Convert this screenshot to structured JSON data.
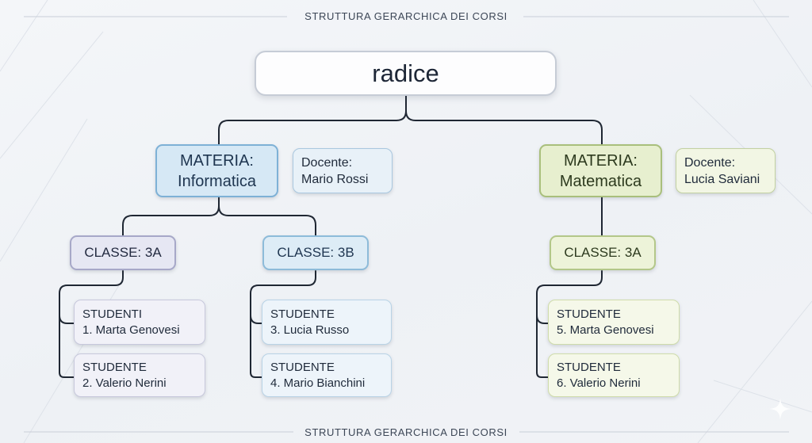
{
  "caption_top": "STRUTTURA GERARCHICA DEI CORSI",
  "caption_bottom": "STRUTTURA GERARCHICA DEI CORSI",
  "root": {
    "label": "radice"
  },
  "subjects": [
    {
      "label_line1": "MATERIA:",
      "label_line2": "Informatica",
      "teacher_line1": "Docente:",
      "teacher_line2": "Mario Rossi",
      "classes": [
        {
          "label": "CLASSE: 3A",
          "students": [
            {
              "line1": "STUDENTI",
              "line2": "1. Marta Genovesi"
            },
            {
              "line1": "STUDENTE",
              "line2": "2. Valerio Nerini"
            }
          ]
        },
        {
          "label": "CLASSE: 3B",
          "students": [
            {
              "line1": "STUDENTE",
              "line2": "3. Lucia Russo"
            },
            {
              "line1": "STUDENTE",
              "line2": "4. Mario Bianchini"
            }
          ]
        }
      ]
    },
    {
      "label_line1": "MATERIA:",
      "label_line2": "Matematica",
      "teacher_line1": "Docente:",
      "teacher_line2": "Lucia Saviani",
      "classes": [
        {
          "label": "CLASSE: 3A",
          "students": [
            {
              "line1": "STUDENTE",
              "line2": "5. Marta Genovesi"
            },
            {
              "line1": "STUDENTE",
              "line2": "6. Valerio Nerini"
            }
          ]
        }
      ]
    }
  ],
  "colors": {
    "connector": "#1f2733",
    "informatica_accent": "#7eb1d6",
    "matematica_accent": "#a9bf7c",
    "classe_3a_informatica_accent": "#a7a8c8"
  }
}
